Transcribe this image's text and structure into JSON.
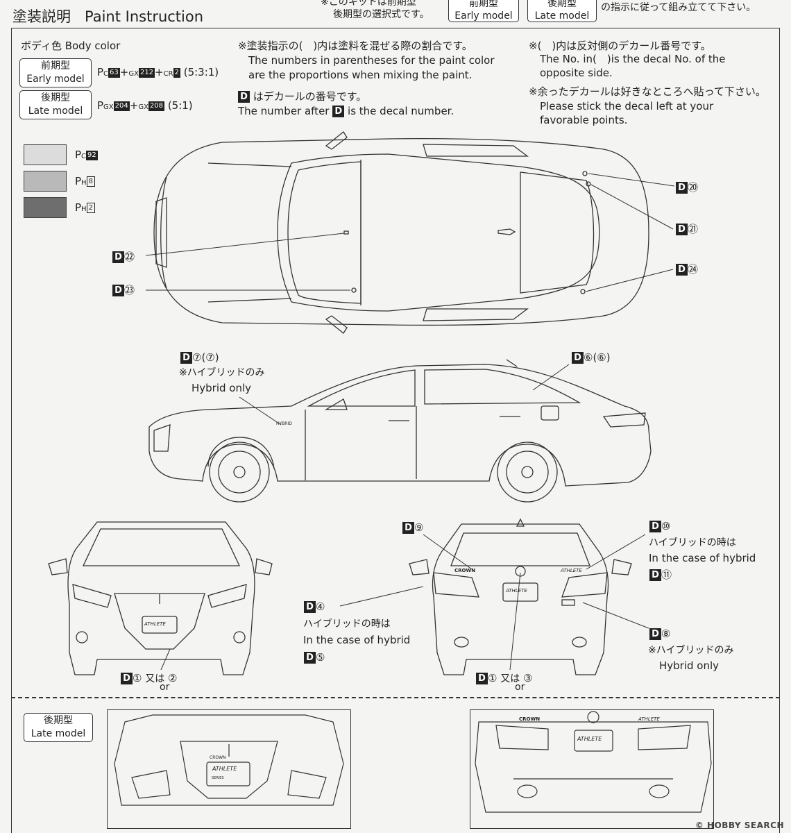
{
  "header": {
    "title_jp": "塗装説明",
    "title_en": "Paint Instruction",
    "note_line1": "※このキットは前期型",
    "note_line2": "後期型の選択式です。",
    "early_jp": "前期型",
    "early_en": "Early model",
    "late_jp": "後期型",
    "late_en": "Late model",
    "note_tail": "の指示に従って組み立てて下さい。"
  },
  "body_color": {
    "label": "ボディ色 Body color",
    "early": {
      "jp": "前期型",
      "en": "Early model",
      "formula_p": "P",
      "formula_c": "C",
      "c63": "63",
      "plus1": "+",
      "gx": "GX",
      "gx212": "212",
      "plus2": "+",
      "cr": "CR",
      "cr2": "2",
      "ratio": "(5:3:1)"
    },
    "late": {
      "jp": "後期型",
      "en": "Late model",
      "formula_p": "P",
      "gx1": "GX",
      "gx204": "204",
      "plus": "+",
      "gx2": "GX",
      "gx208": "208",
      "ratio": "(5:1)"
    }
  },
  "notes_mid": {
    "line1": "※塗装指示の(　)内は塗料を混ぜる際の割合です。",
    "line2": "The numbers in parentheses for the paint color",
    "line3": "are the proportions when mixing the paint.",
    "line4_suffix": "はデカールの番号です。",
    "line5_prefix": "The number after",
    "line5_suffix": "is the decal number.",
    "d": "D"
  },
  "notes_right": {
    "line1": "※(　)内は反対側のデカール番号です。",
    "line2": "The No. in(　)is the decal No. of the",
    "line3": "opposite side.",
    "line4": "※余ったデカールは好きなところへ貼って下さい。",
    "line5": "Please stick the decal left at your",
    "line6": "favorable points."
  },
  "swatches": [
    {
      "color": "#dcdcdc",
      "prefix": "P",
      "sub": "C",
      "num": "92",
      "style": "dark"
    },
    {
      "color": "#b9b9b9",
      "prefix": "P",
      "sub": "H",
      "num": "8",
      "style": "light"
    },
    {
      "color": "#6e6e6e",
      "prefix": "P",
      "sub": "H",
      "num": "2",
      "style": "light"
    }
  ],
  "decals": {
    "d": "D",
    "n20": "⑳",
    "n21": "㉑",
    "n22": "㉒",
    "n23": "㉓",
    "n24": "㉔",
    "n7": "⑦",
    "n7b": "(⑦)",
    "n6": "⑥",
    "n6b": "(⑥)",
    "hybrid_only_jp": "※ハイブリッドのみ",
    "hybrid_only_en": "Hybrid only",
    "n9": "⑨",
    "n10": "⑩",
    "n11": "⑪",
    "n8": "⑧",
    "n4": "④",
    "n5": "⑤",
    "n1": "①",
    "n2": "②",
    "n3": "③",
    "or_jp": "又は",
    "or_en": "or",
    "hybrid_case_jp": "ハイブリッドの時は",
    "hybrid_case_en": "In the case of hybrid"
  },
  "late_panel": {
    "jp": "後期型",
    "en": "Late model"
  },
  "car_text": {
    "crown": "CROWN",
    "athlete": "ATHLETE",
    "series": "SERIES",
    "hybrid": "HYBRID"
  },
  "watermark": "© HOBBY SEARCH"
}
